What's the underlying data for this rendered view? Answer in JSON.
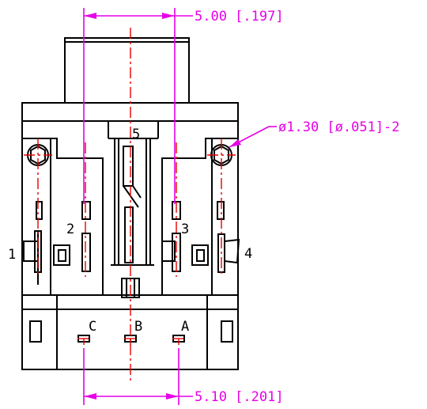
{
  "dimensions": {
    "top": "5.00 [.197]",
    "bottom": "5.10 [.201]",
    "hole": "ø1.30 [ø.051]-2"
  },
  "pin_labels": {
    "p1": "1",
    "p2": "2",
    "p3": "3",
    "p4": "4",
    "p5": "5"
  },
  "contact_labels": {
    "c": "C",
    "b": "B",
    "a": "A"
  },
  "colors": {
    "outline": "#000000",
    "dimension": "#e600e6",
    "centerline": "#e60000"
  }
}
